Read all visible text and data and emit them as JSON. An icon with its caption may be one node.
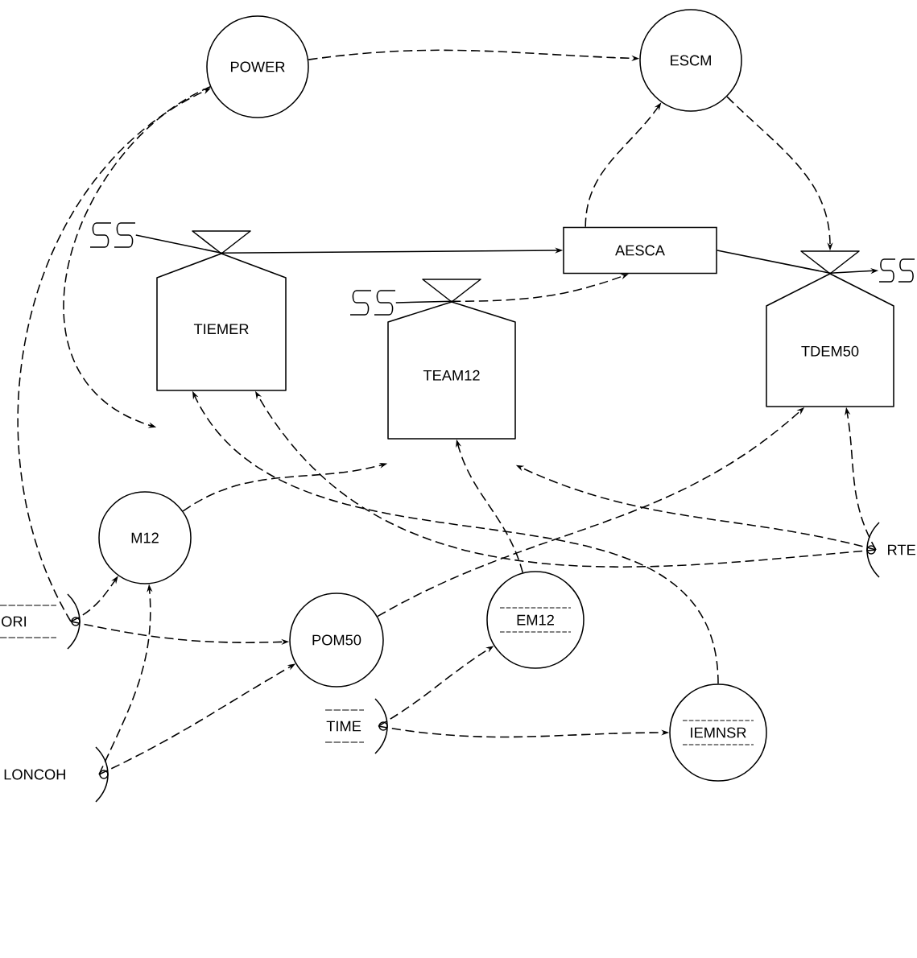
{
  "diagram": {
    "nodes": [
      {
        "text": [
          "POWER"
        ]
      },
      {
        "text": [
          "ESCM"
        ]
      },
      {
        "text": [
          "AESCA"
        ]
      },
      {
        "text": [
          "TIEMER"
        ]
      },
      {
        "text": [
          "TEAM12"
        ]
      },
      {
        "text": [
          "TDEM50"
        ]
      },
      {
        "text": [
          "M12"
        ]
      },
      {
        "text": [
          "POM50"
        ]
      },
      {
        "text": [
          "EM12"
        ]
      },
      {
        "text": [
          "IEMNSR"
        ]
      },
      {
        "text": [
          "ORI"
        ]
      },
      {
        "text": [
          "LONCOH"
        ]
      },
      {
        "text": [
          "TIME"
        ]
      },
      {
        "text": [
          "RTE"
        ]
      },
      {
        "text": [],
        "shape": "cloud"
      },
      {
        "text": [],
        "shape": "cloud"
      },
      {
        "text": [],
        "shape": "cloud"
      }
    ],
    "edges": [
      {
        "from": 0,
        "to": 1,
        "arrow": "to",
        "style": "dashed"
      },
      {
        "from": 10,
        "to": 0,
        "arrow": "to",
        "style": "dashed"
      },
      {
        "from": 0,
        "to": 3,
        "arrow": "to",
        "style": "dashed"
      },
      {
        "from": 1,
        "to": 5,
        "arrow": "to",
        "style": "dashed"
      },
      {
        "from": 2,
        "to": 1,
        "arrow": "to",
        "style": "dashed"
      },
      {
        "from": 4,
        "to": 2,
        "arrow": "to",
        "style": "dashed"
      },
      {
        "from": 14,
        "to": 3,
        "arrow": "none"
      },
      {
        "from": 3,
        "to": 2,
        "arrow": "to"
      },
      {
        "from": 15,
        "to": 4,
        "arrow": "none"
      },
      {
        "from": 2,
        "to": 5,
        "arrow": "none"
      },
      {
        "from": 5,
        "to": 16,
        "arrow": "to"
      },
      {
        "from": 6,
        "to": 4,
        "arrow": "to",
        "style": "dashed"
      },
      {
        "from": 10,
        "to": 6,
        "arrow": "to",
        "style": "dashed"
      },
      {
        "from": 10,
        "to": 7,
        "arrow": "to",
        "style": "dashed"
      },
      {
        "from": 11,
        "to": 6,
        "arrow": "to",
        "style": "dashed"
      },
      {
        "from": 11,
        "to": 7,
        "arrow": "to",
        "style": "dashed"
      },
      {
        "from": 7,
        "to": 5,
        "arrow": "to",
        "style": "dashed"
      },
      {
        "from": 8,
        "to": 4,
        "arrow": "to",
        "style": "dashed"
      },
      {
        "from": 9,
        "to": 3,
        "arrow": "to",
        "style": "dashed"
      },
      {
        "from": 13,
        "to": 3,
        "arrow": "to",
        "style": "dashed"
      },
      {
        "from": 13,
        "to": 4,
        "arrow": "to",
        "style": "dashed"
      },
      {
        "from": 13,
        "to": 5,
        "arrow": "to",
        "style": "dashed"
      },
      {
        "from": 12,
        "to": 8,
        "arrow": "to",
        "style": "dashed"
      },
      {
        "from": 12,
        "to": 9,
        "arrow": "to",
        "style": "dashed"
      }
    ]
  }
}
